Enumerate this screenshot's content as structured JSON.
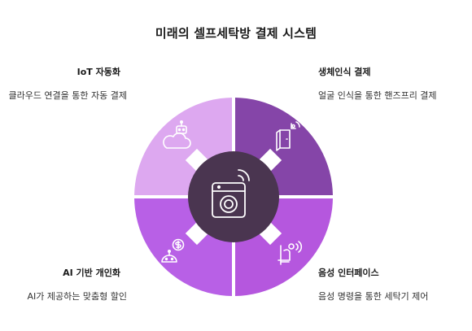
{
  "title": "미래의 셀프세탁방 결제 시스템",
  "colors": {
    "top_left": "#DDA8F0",
    "top_right": "#8545A8",
    "bottom_left": "#B860E6",
    "bottom_right": "#B557DE",
    "center": "#4A3550",
    "icon_light": "#FFFFFF"
  },
  "segments": {
    "top_left": {
      "heading": "IoT 자동화",
      "description": "클라우드 연결을 통한 자동 결제",
      "icon": "cloud-robot-icon"
    },
    "top_right": {
      "heading": "생체인식 결제",
      "description": "얼굴 인식을 통한 핸즈프리 결제",
      "icon": "face-scan-door-icon"
    },
    "bottom_left": {
      "heading": "AI 기반 개인화",
      "description": "AI가 제공하는 맞춤형 할인",
      "icon": "robot-discount-icon"
    },
    "bottom_right": {
      "heading": "음성 인터페이스",
      "description": "음성 명령을 통한 세탁기 제어",
      "icon": "voice-person-icon"
    }
  },
  "center": {
    "icon": "smart-washing-machine-icon"
  }
}
